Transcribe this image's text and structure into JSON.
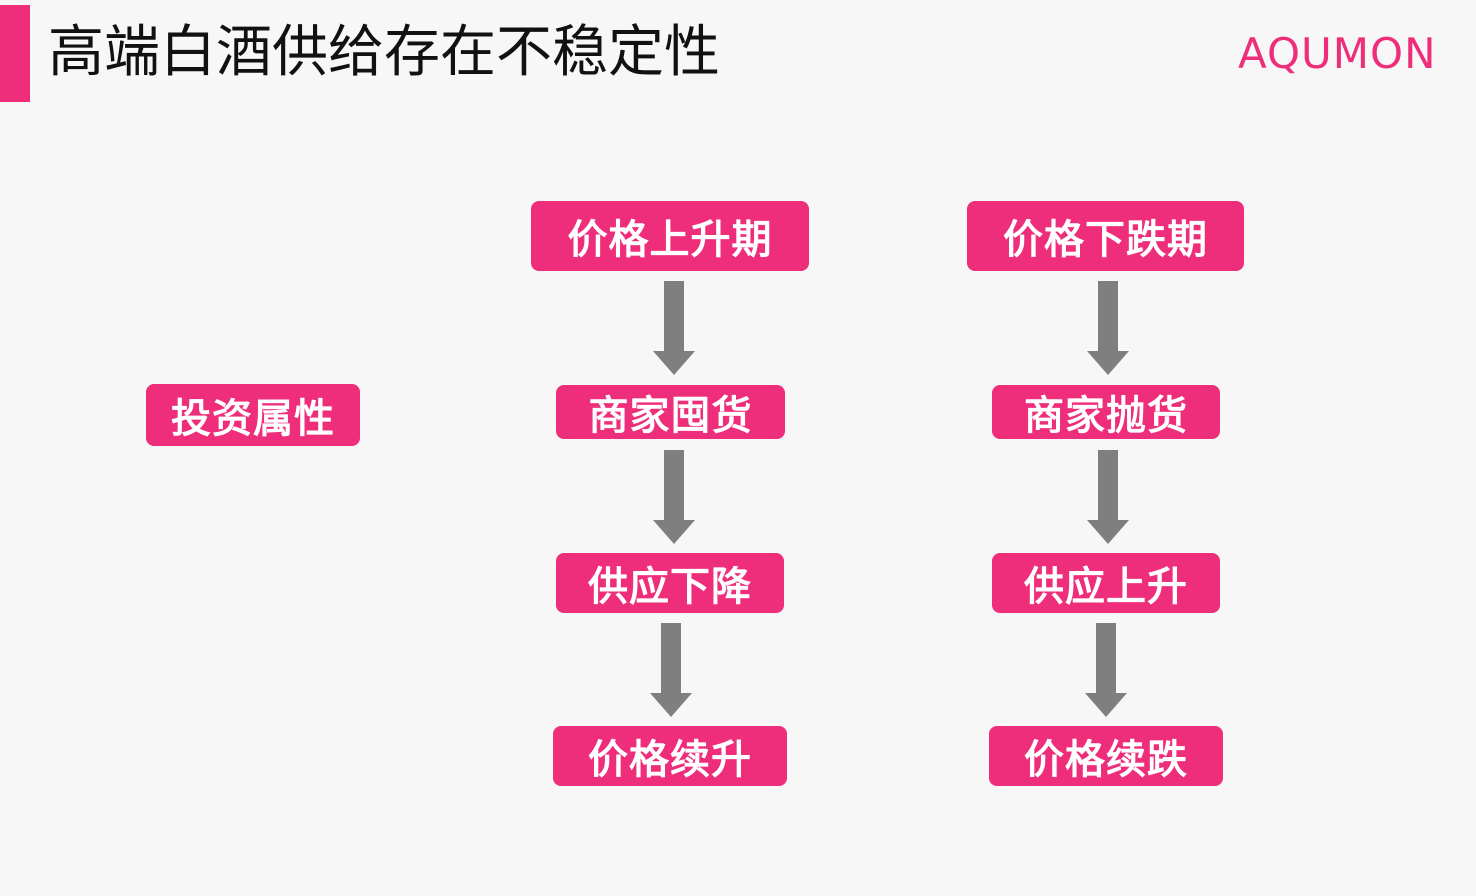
{
  "header": {
    "title": "高端白酒供给存在不稳定性",
    "logo": "AQUMON"
  },
  "diagram": {
    "root": "投资属性",
    "rising_chain": [
      "价格上升期",
      "商家囤货",
      "供应下降",
      "价格续升"
    ],
    "falling_chain": [
      "价格下跌期",
      "商家抛货",
      "供应上升",
      "价格续跌"
    ]
  },
  "colors": {
    "accent": "#ee2d7b",
    "arrow": "#7f7f7f",
    "background": "#f7f7f7",
    "box_text": "#ffffff",
    "title_text": "#111111"
  }
}
